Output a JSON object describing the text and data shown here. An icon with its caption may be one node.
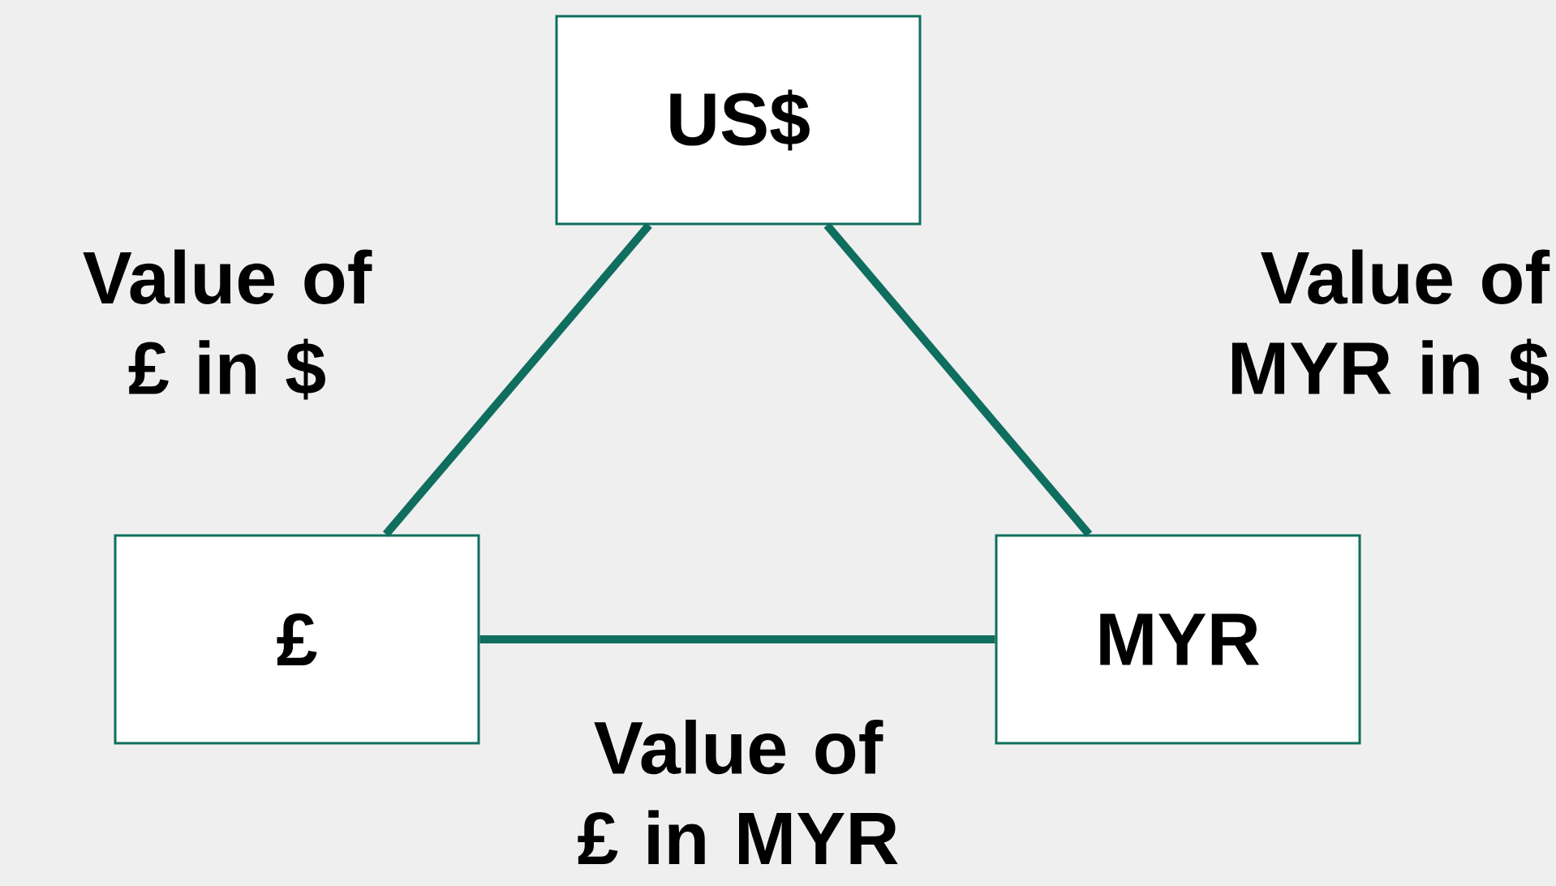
{
  "diagram": {
    "nodes": [
      {
        "text": [
          "US$"
        ]
      },
      {
        "text": [
          "£"
        ]
      },
      {
        "text": [
          "MYR"
        ]
      }
    ],
    "edges": [
      {
        "from": 1,
        "to": 0,
        "arrow": "none",
        "label": "Value of £ in $"
      },
      {
        "from": 0,
        "to": 2,
        "arrow": "none",
        "label": "Value of MYR in $"
      },
      {
        "from": 1,
        "to": 2,
        "arrow": "none",
        "label": "Value of £ in MYR"
      }
    ]
  }
}
